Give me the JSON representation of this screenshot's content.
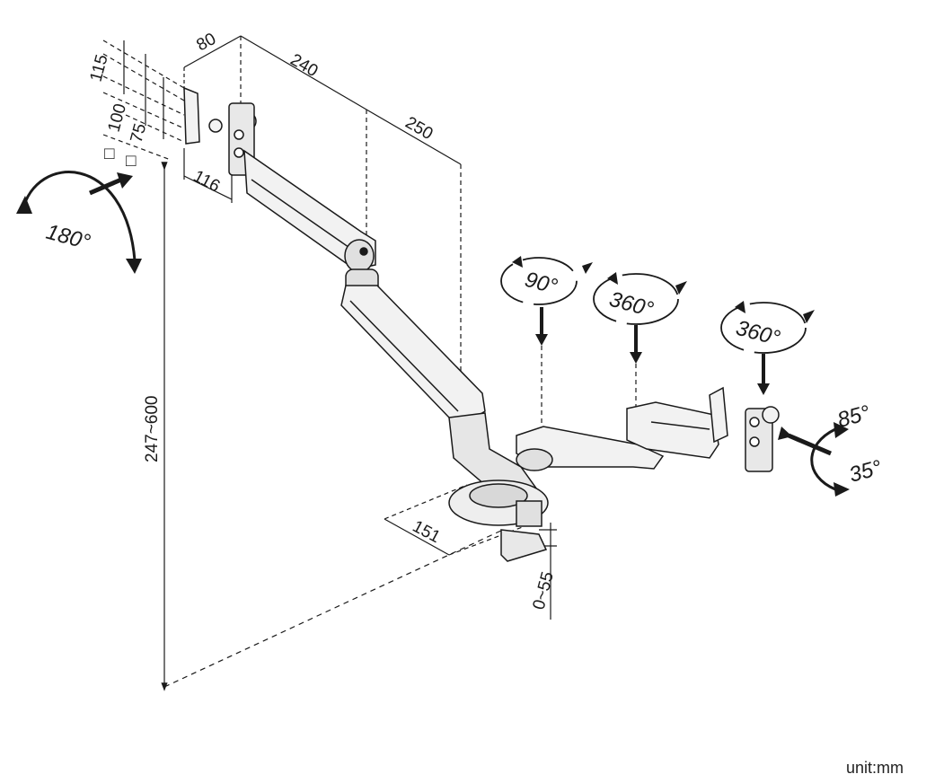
{
  "dimensions": {
    "d80": "80",
    "d240": "240",
    "d250": "250",
    "d115": "115",
    "d100": "100",
    "d75": "75",
    "d116": "116",
    "d151": "151",
    "height_range": "247~600",
    "clamp_range": "0~55"
  },
  "vesa_symbol": "□",
  "angles": {
    "tilt": "180°",
    "pivot_90": "90°",
    "swivel_360_a": "360°",
    "swivel_360_b": "360°",
    "tilt_up": "85°",
    "tilt_down": "35°"
  },
  "unit_label": "unit:mm",
  "colors": {
    "line": "#1a1a1a",
    "arm_fill": "#f2f2f2",
    "arm_shade": "#d0d0d0"
  }
}
